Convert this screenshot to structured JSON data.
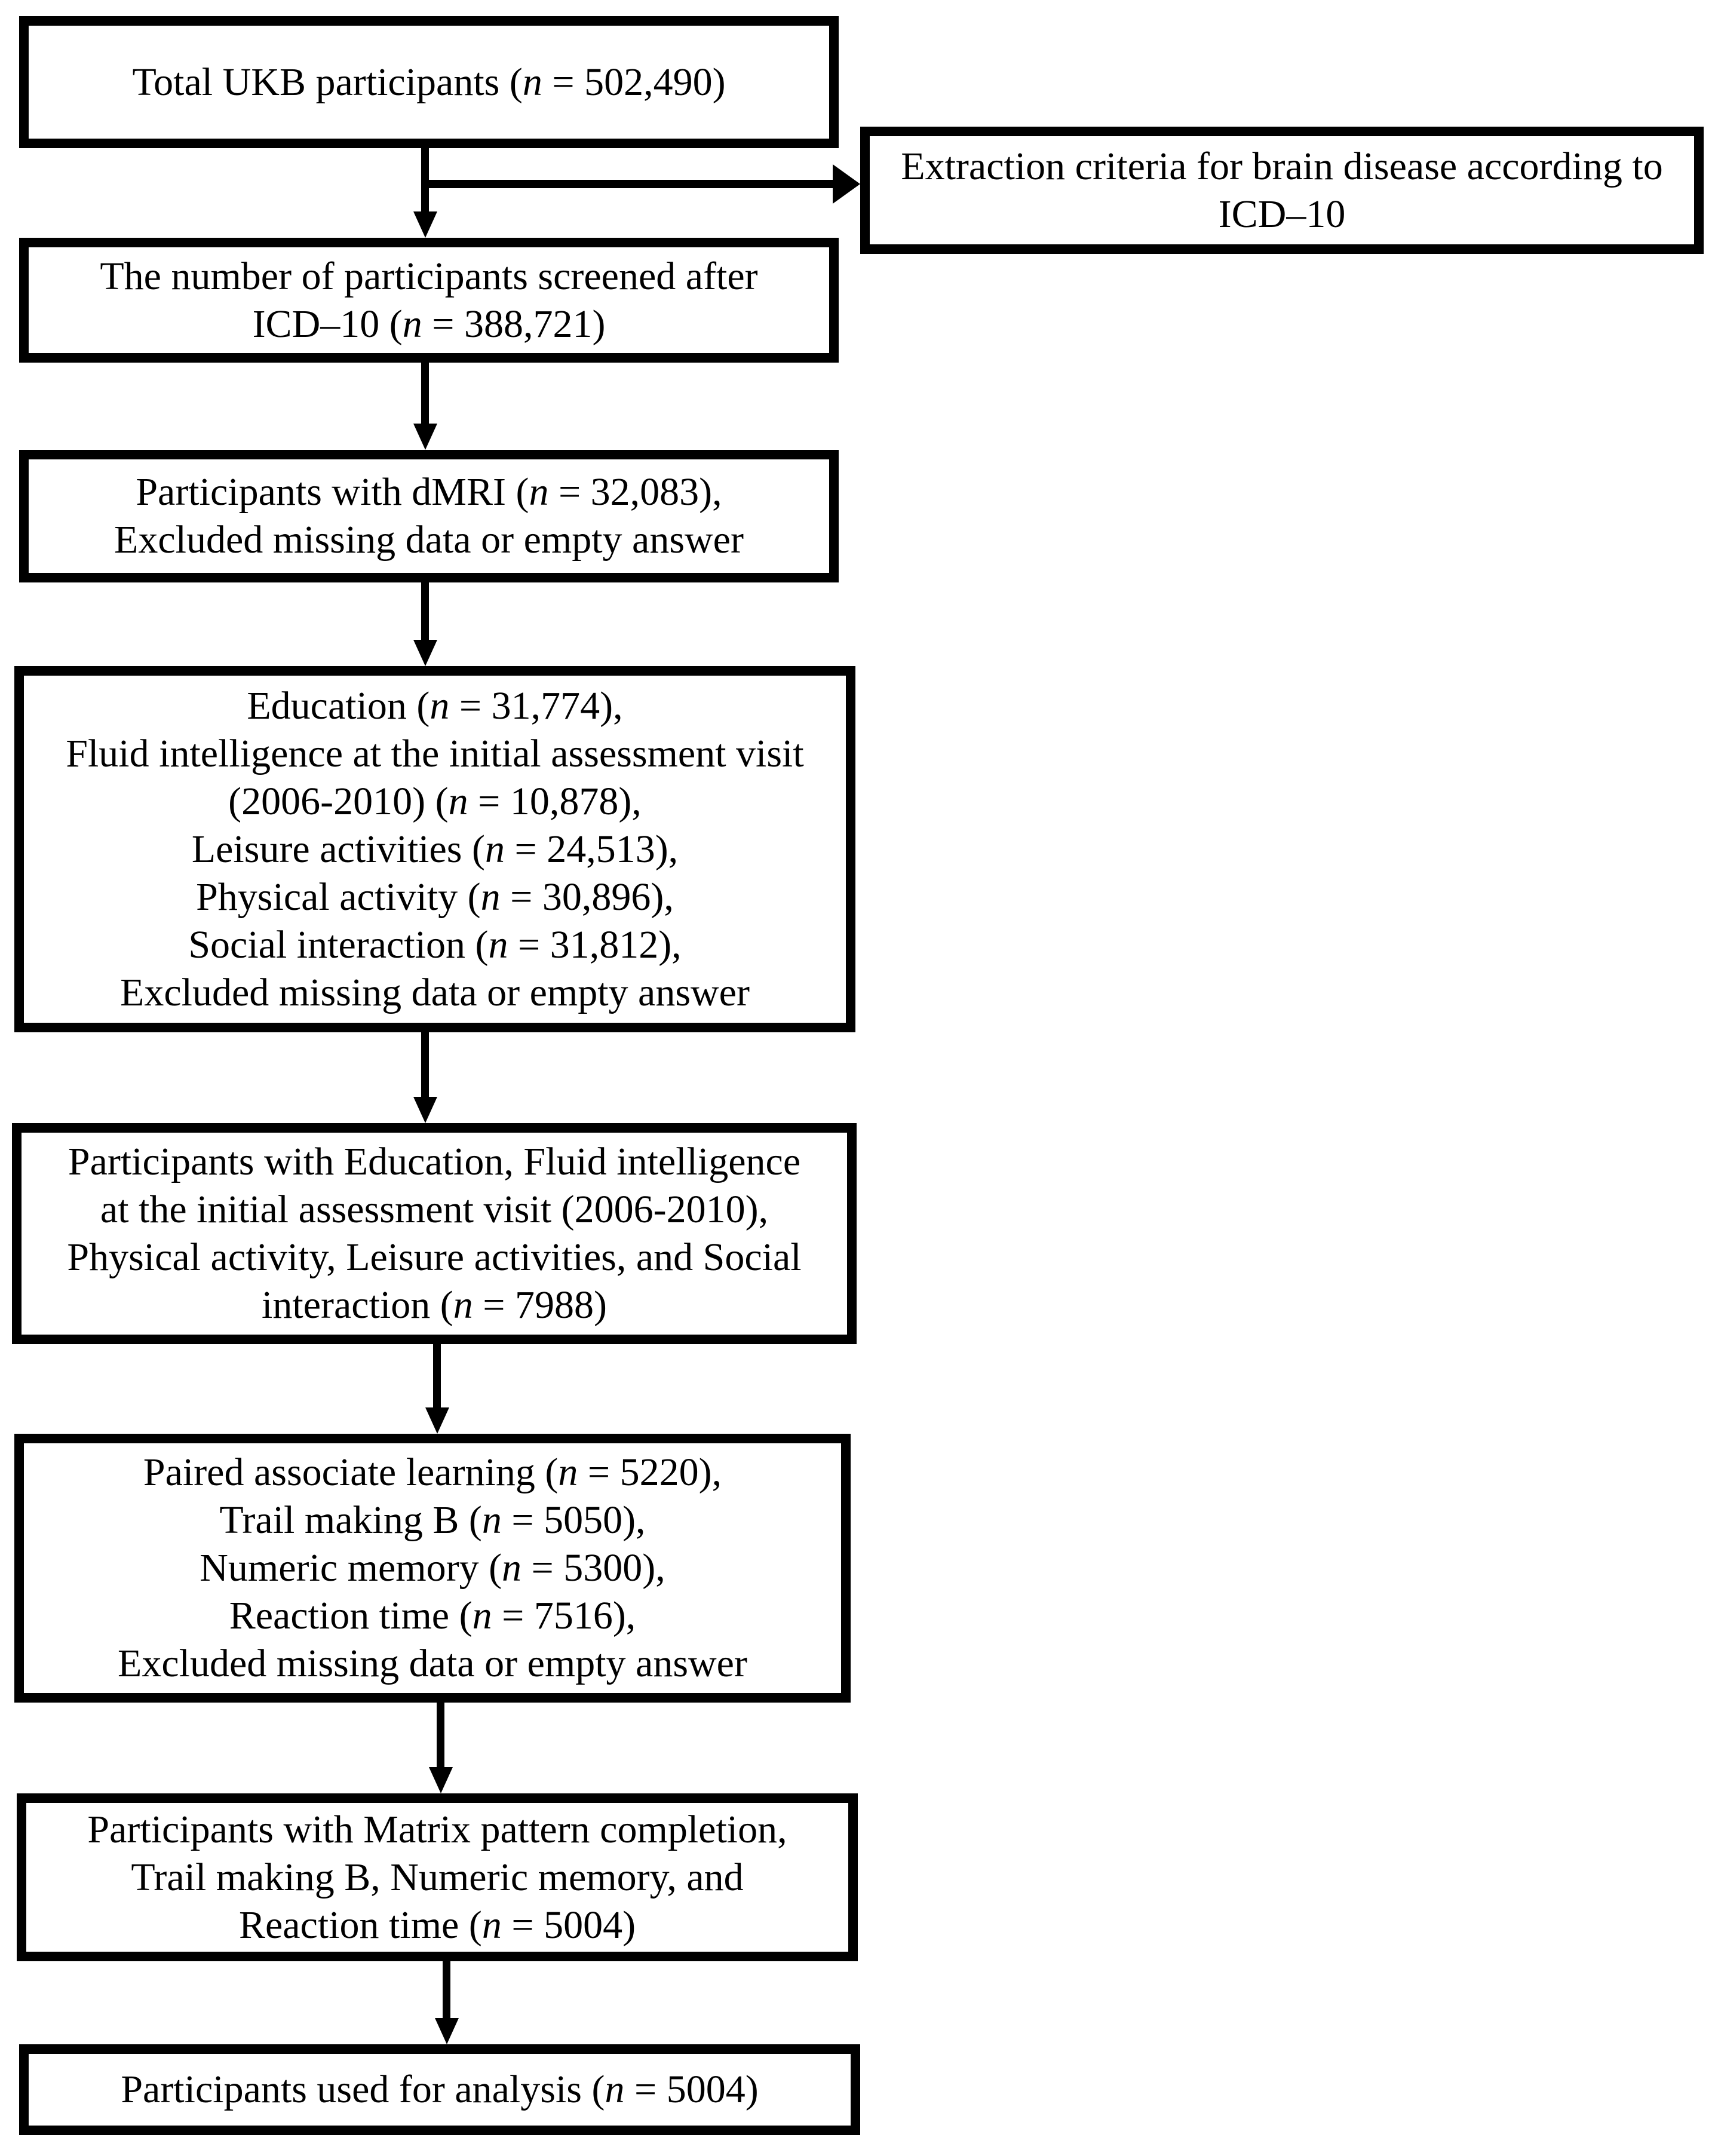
{
  "colors": {
    "ink": "#000000",
    "background": "#ffffff"
  },
  "nodes": {
    "total": {
      "lines": [
        "Total UKB participants (n = 502,490)"
      ]
    },
    "extraction": {
      "lines": [
        "Extraction criteria for brain disease according to",
        "ICD–10"
      ]
    },
    "screened": {
      "lines": [
        "The number of participants screened after",
        "ICD–10 (n = 388,721)"
      ]
    },
    "dmri": {
      "lines": [
        "Participants with dMRI (n = 32,083),",
        "Excluded missing data or empty answer"
      ]
    },
    "lifestyle": {
      "lines": [
        "Education (n = 31,774),",
        "Fluid intelligence at the initial assessment visit",
        "(2006-2010) (n = 10,878),",
        "Leisure activities (n = 24,513),",
        "Physical activity (n = 30,896),",
        "Social interaction (n = 31,812),",
        "Excluded missing data or empty answer"
      ]
    },
    "with_lifestyle": {
      "lines": [
        "Participants with Education, Fluid intelligence",
        "at the initial assessment visit (2006-2010),",
        "Physical activity, Leisure activities, and Social",
        "interaction (n = 7988)"
      ]
    },
    "cognitive": {
      "lines": [
        "Paired associate learning (n = 5220),",
        "Trail making B (n = 5050),",
        "Numeric memory (n = 5300),",
        "Reaction time (n = 7516),",
        "Excluded missing data or empty answer"
      ]
    },
    "with_cognitive": {
      "lines": [
        "Participants with Matrix pattern completion,",
        "Trail making B, Numeric memory, and",
        "Reaction time (n = 5004)"
      ]
    },
    "analysis": {
      "lines": [
        "Participants used for analysis (n = 5004)"
      ]
    }
  }
}
